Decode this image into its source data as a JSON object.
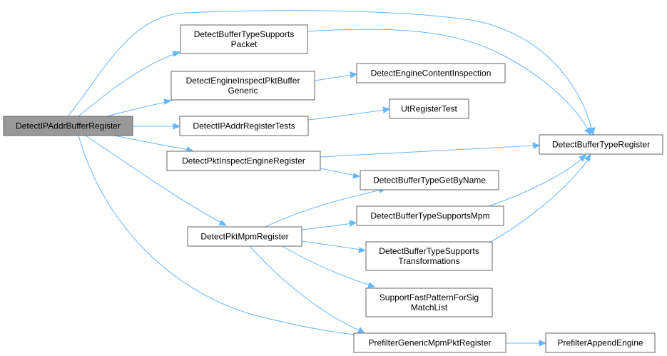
{
  "graph": {
    "root_fill": "#999999",
    "node_border": "#666666",
    "edge_color": "#63b8ff",
    "nodes": {
      "root": [
        "DetectIPAddrBufferRegister"
      ],
      "dbtsp": [
        "DetectBufferTypeSupports",
        "Packet"
      ],
      "deipbg": [
        "DetectEngineInspectPktBuffer",
        "Generic"
      ],
      "deci": [
        "DetectEngineContentInspection"
      ],
      "dipart": [
        "DetectIPAddrRegisterTests"
      ],
      "urt": [
        "UtRegisterTest"
      ],
      "dbtr": [
        "DetectBufferTypeRegister"
      ],
      "dpier": [
        "DetectPktInspectEngineRegister"
      ],
      "dbtgbn": [
        "DetectBufferTypeGetByName"
      ],
      "dbtsm": [
        "DetectBufferTypeSupportsMpm"
      ],
      "dpmr": [
        "DetectPktMpmRegister"
      ],
      "dbtst": [
        "DetectBufferTypeSupports",
        "Transformations"
      ],
      "sfpsml": [
        "SupportFastPatternForSig",
        "MatchList"
      ],
      "pgmpr": [
        "PrefilterGenericMpmPktRegister"
      ],
      "pae": [
        "PrefilterAppendEngine"
      ]
    }
  }
}
